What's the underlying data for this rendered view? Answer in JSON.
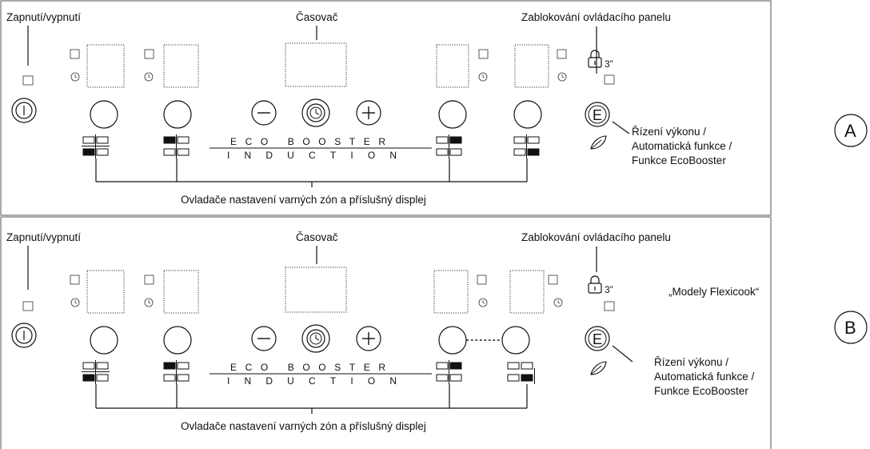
{
  "panel_a": {
    "label_power": "Zapnutí/vypnutí",
    "label_timer": "Časovač",
    "label_lock": "Zablokování ovládacího panelu",
    "lock_duration": "3”",
    "function_lines": [
      "Řízení výkonu /",
      "Automatická funkce /",
      "Funkce EcoBooster"
    ],
    "zones_caption": "Ovladače nastavení varných zón a příslušný displej",
    "e_key": "E",
    "eco_word": "ECO BOOSTER",
    "induction_word": "INDUCTION",
    "letter": "A"
  },
  "panel_b": {
    "label_power": "Zapnutí/vypnutí",
    "label_timer": "Časovač",
    "label_lock": "Zablokování ovládacího panelu",
    "lock_duration": "3”",
    "models_note": "„Modely Flexicook“",
    "function_lines": [
      "Řízení výkonu /",
      "Automatická funkce /",
      "Funkce EcoBooster"
    ],
    "zones_caption": "Ovladače nastavení varných zón a příslušný displej",
    "e_key": "E",
    "eco_word": "ECO BOOSTER",
    "induction_word": "INDUCTION",
    "letter": "B"
  }
}
